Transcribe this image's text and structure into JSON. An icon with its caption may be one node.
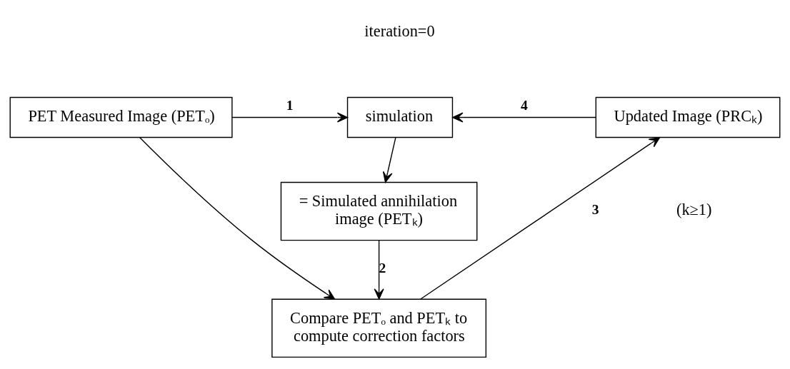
{
  "diagram": {
    "nodes": [
      {
        "text": [
          "PET Measured Image (PETₒ)"
        ]
      },
      {
        "text": [
          "simulation"
        ]
      },
      {
        "text": [
          "= Simulated annihilation image (PETₖ)"
        ]
      },
      {
        "text": [
          "Compare PETₒ and PETₖ to compute correction factors"
        ]
      },
      {
        "text": [
          "Updated Image (PRCₖ)"
        ]
      }
    ],
    "edges": [
      {
        "from": 0,
        "to": 1,
        "arrow": "to",
        "label": "1"
      },
      {
        "from": 1,
        "to": 2,
        "arrow": "to"
      },
      {
        "from": 2,
        "to": 3,
        "arrow": "to",
        "label": "2"
      },
      {
        "from": 0,
        "to": 3,
        "arrow": "to"
      },
      {
        "from": 3,
        "to": 4,
        "arrow": "to",
        "label": "3"
      },
      {
        "from": 4,
        "to": 1,
        "arrow": "to",
        "label": "4"
      }
    ],
    "labels": [
      "iteration=0",
      "(k≥1)"
    ]
  }
}
